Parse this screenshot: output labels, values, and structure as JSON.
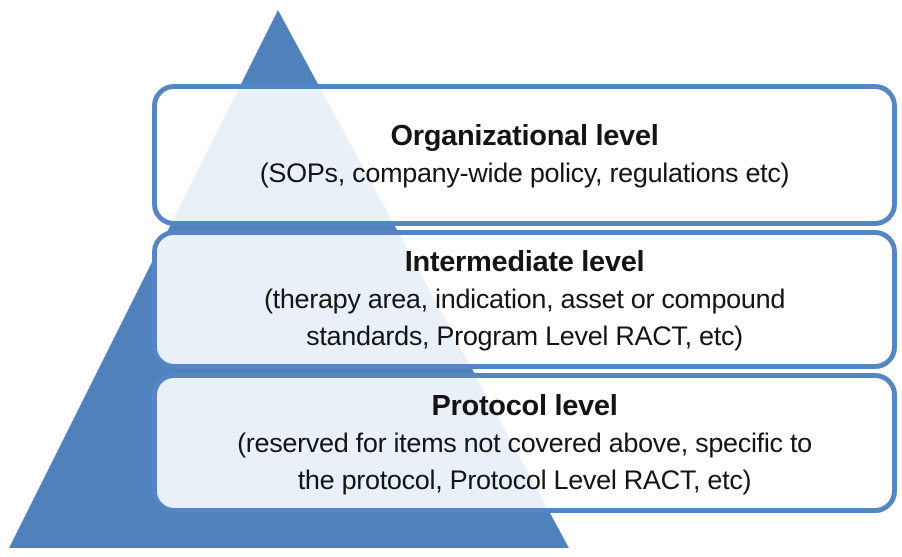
{
  "colors": {
    "background": "#FFFFFF",
    "pyramid-fill": "#4F81BD",
    "box-border": "#5586C2",
    "box-fill": "rgba(255,255,255,0.88)",
    "text": "#141414"
  },
  "pyramid": {
    "description": "Three-level hierarchy pyramid"
  },
  "levels": [
    {
      "id": "organizational",
      "title": "Organizational level",
      "lines": [
        "(SOPs, company-wide policy, regulations etc)"
      ]
    },
    {
      "id": "intermediate",
      "title": "Intermediate level",
      "lines": [
        "(therapy area, indication, asset or compound",
        "standards, Program Level RACT, etc)"
      ]
    },
    {
      "id": "protocol",
      "title": "Protocol level",
      "lines": [
        "(reserved for items not covered above, specific to",
        "the protocol, Protocol Level RACT, etc)"
      ]
    }
  ]
}
